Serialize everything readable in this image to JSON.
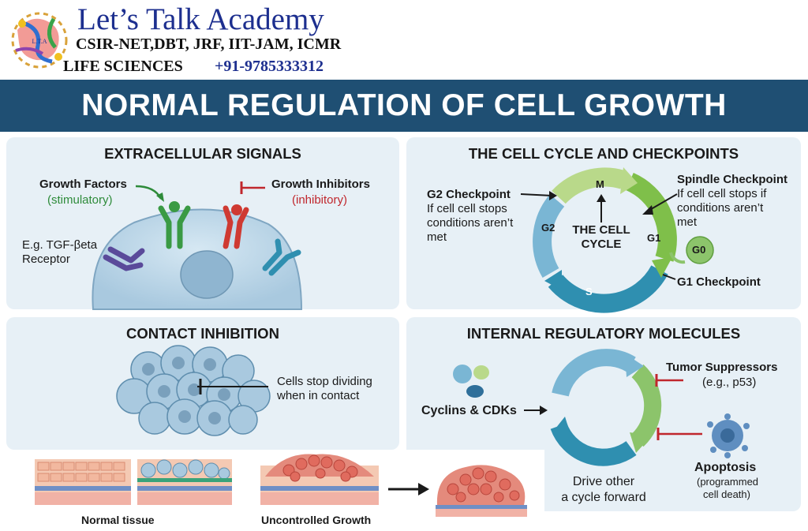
{
  "brand": {
    "title": "Let’s Talk Academy",
    "exams": "CSIR-NET,DBT, JRF, IIT-JAM, ICMR",
    "subject": "LIFE SCIENCES",
    "phone": "+91-9785333312",
    "logo_mark": "L.T.A"
  },
  "banner": {
    "title": "NORMAL REGULATION OF CELL GROWTH"
  },
  "extracellular": {
    "title": "EXTRACELLULAR SIGNALS",
    "growth_factors": "Growth Factors",
    "stimulatory": "(stimulatory)",
    "growth_inhibitors": "Growth Inhibitors",
    "inhibitory": "(inhibitory)",
    "example_line1": "E.g. TGF-βeta",
    "example_line2": "Receptor"
  },
  "cell_cycle": {
    "title": "THE CELL CYCLE AND CHECKPOINTS",
    "g2_checkpoint": "G2 Checkpoint",
    "g2_desc1": "If cell cell stops",
    "g2_desc2": "conditions aren’t",
    "g2_desc3": "met",
    "spindle_checkpoint": "Spindle Checkpoint",
    "spindle_desc1": "If cell cell stops if",
    "spindle_desc2": "conditions aren’t",
    "spindle_desc3": "met",
    "center1": "THE CELL",
    "center2": "CYCLE",
    "phase_m": "M",
    "phase_g1": "G1",
    "phase_g2": "G2",
    "phase_s": "S",
    "phase_g0": "G0",
    "g1_checkpoint": "G1 Checkpoint"
  },
  "contact": {
    "title": "CONTACT INHIBITION",
    "desc1": "Cells stop dividing",
    "desc2": "when in contact"
  },
  "internal": {
    "title": "INTERNAL REGULATORY MOLECULES",
    "cyclins": "Cyclins & CDKs",
    "tumor": "Tumor Suppressors",
    "tumor_eg": "(e.g., p53)",
    "apoptosis": "Apoptosis",
    "apoptosis_desc1": "(programmed",
    "apoptosis_desc2": "cell death)",
    "drive1": "Drive other",
    "drive2": "a cycle forward"
  },
  "tissue": {
    "normal": "Normal tissue",
    "uncontrolled": "Uncontrolled Growth"
  },
  "colors": {
    "banner": "#1f4f73",
    "panel": "#e7f0f6",
    "brand_blue": "#1d2f8f",
    "stimulatory": "#2e8b3a",
    "inhibitory": "#c0272d"
  }
}
